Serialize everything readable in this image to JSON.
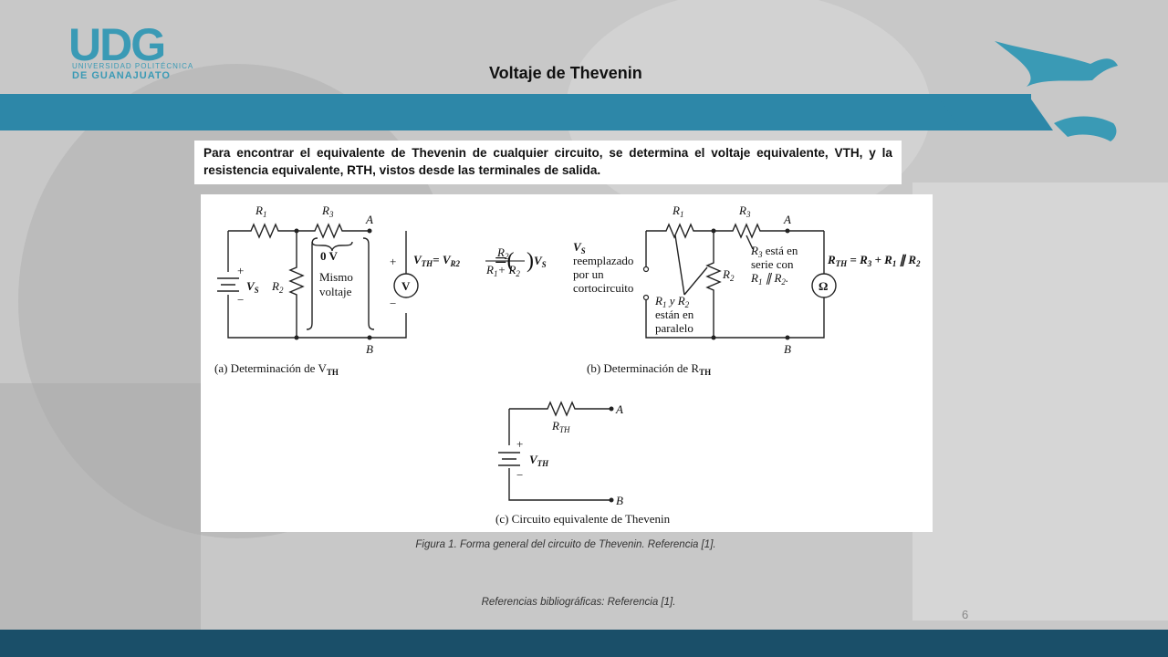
{
  "logo": {
    "main": "UDG",
    "line1": "UNIVERSIDAD POLITÉCNICA",
    "line2": "DE GUANAJUATO"
  },
  "title": "Voltaje de Thevenin",
  "intro": "Para encontrar el equivalente de Thevenin de cualquier circuito, se determina el voltaje equivalente, VTH, y la resistencia equivalente, RTH, vistos desde las terminales de salida.",
  "figure": {
    "a": {
      "r1": "R",
      "r1_sub": "1",
      "r3": "R",
      "r3_sub": "3",
      "r2": "R",
      "r2_sub": "2",
      "vs": "V",
      "vs_sub": "S",
      "terminal_a": "A",
      "terminal_b": "B",
      "zero_v": "0 V",
      "mismo": "Mismo",
      "voltaje": "voltaje",
      "plus": "+",
      "minus": "−",
      "meter": "V",
      "formula": "V",
      "formula_sub": "TH",
      "formula_eq": "= V",
      "formula_sub2": "R2",
      "frac_num": "R",
      "frac_num_sub": "2",
      "frac_den": "R",
      "frac_den_sub1": "1",
      "frac_den_plus": "+ R",
      "frac_den_sub2": "2",
      "formula_end": "V",
      "formula_end_sub": "S",
      "caption": "(a) Determinación de V",
      "caption_sub": "TH"
    },
    "b": {
      "r1": "R",
      "r1_sub": "1",
      "r3": "R",
      "r3_sub": "3",
      "r2": "R",
      "r2_sub": "2",
      "terminal_a": "A",
      "terminal_b": "B",
      "vs": "V",
      "vs_sub": "S",
      "replaced1": "reemplazado",
      "replaced2": "por un",
      "replaced3": "cortocircuito",
      "par1": "R",
      "par1_sub": "1",
      "par1_mid": " y R",
      "par1_sub2": "2",
      "par2": "están en",
      "par3": "paralelo",
      "ser1": "R",
      "ser1_sub": "3",
      "ser1_rest": " está en",
      "ser2": "serie con",
      "ser3": "R",
      "ser3_sub": "1",
      "ser3_rest": " ∥ R",
      "ser3_sub2": "2",
      "ser3_end": ".",
      "meter": "Ω",
      "formula": "R",
      "formula_sub": "TH",
      "formula_eq": " = R",
      "formula_sub2": "3",
      "formula_p": " + R",
      "formula_sub3": "1",
      "formula_par": " ∥ R",
      "formula_sub4": "2",
      "caption": "(b) Determinación de R",
      "caption_sub": "TH"
    },
    "c": {
      "rth": "R",
      "rth_sub": "TH",
      "vth": "V",
      "vth_sub": "TH",
      "terminal_a": "A",
      "terminal_b": "B",
      "plus": "+",
      "minus": "−",
      "caption": "(c) Circuito equivalente de Thevenin"
    }
  },
  "caption": "Figura 1. Forma general del circuito de Thevenin. Referencia [1].",
  "references": "Referencias bibliográficas: Referencia [1].",
  "page_number": "6",
  "colors": {
    "header_bar": "#2d87a8",
    "footer_bar": "#1a4f69",
    "logo": "#3a9ab5"
  }
}
